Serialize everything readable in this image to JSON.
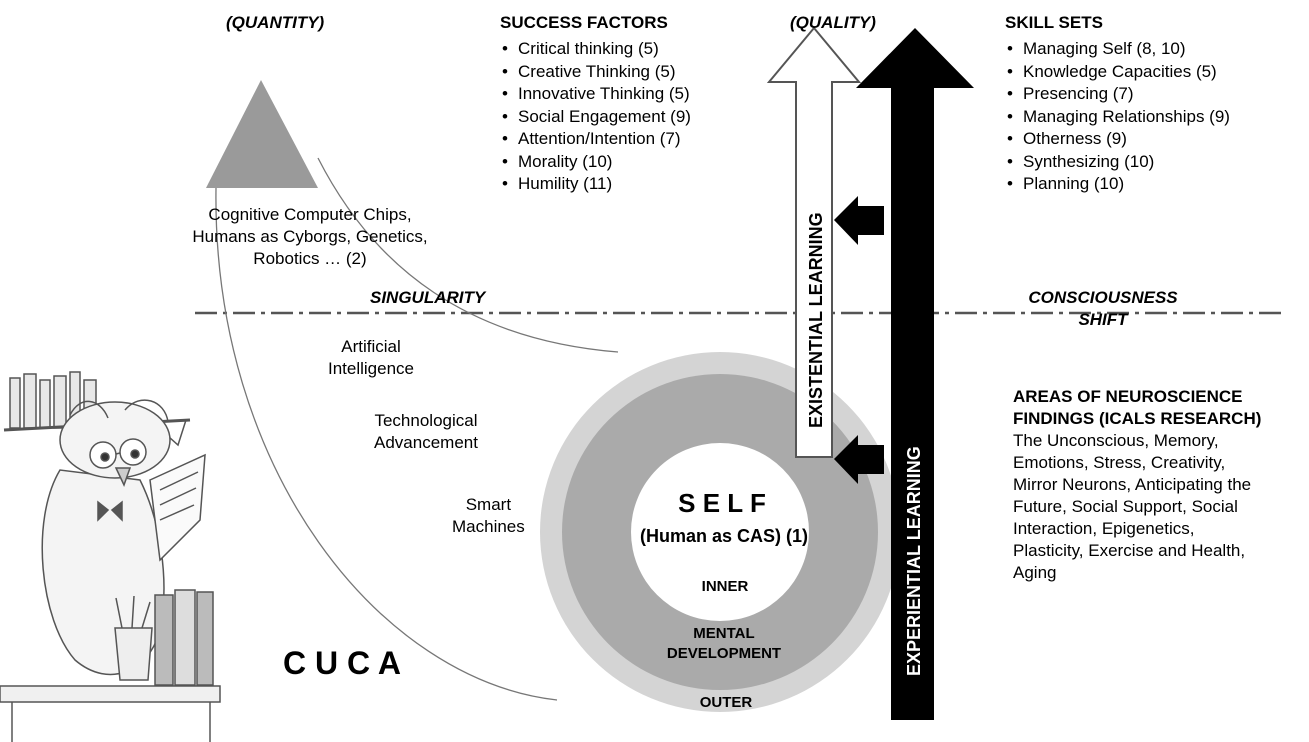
{
  "headings": {
    "quantity": "(QUANTITY)",
    "quality": "(QUALITY)",
    "success_factors": "SUCCESS FACTORS",
    "skill_sets": "SKILL SETS"
  },
  "success_factors": [
    "Critical thinking (5)",
    "Creative Thinking (5)",
    "Innovative Thinking (5)",
    "Social Engagement (9)",
    "Attention/Intention (7)",
    "Morality (10)",
    "Humility (11)"
  ],
  "skill_sets": [
    "Managing Self (8, 10)",
    "Knowledge Capacities (5)",
    "Presencing (7)",
    "Managing Relationships (9)",
    "Otherness (9)",
    "Synthesizing (10)",
    "Planning (10)"
  ],
  "technologies": {
    "line1": "Cognitive Computer Chips,",
    "line2": "Humans as Cyborgs, Genetics,",
    "line3": "Robotics … (2)"
  },
  "singularity": "SINGULARITY",
  "consciousness": {
    "line1": "CONSCIOUSNESS",
    "line2": "SHIFT"
  },
  "ai": {
    "line1": "Artificial",
    "line2": "Intelligence"
  },
  "tech_adv": {
    "line1": "Technological",
    "line2": "Advancement"
  },
  "smart": {
    "line1": "Smart",
    "line2": "Machines"
  },
  "cuca": "C U C A",
  "self": {
    "title": "S E L F",
    "subtitle": "(Human as CAS) (1)"
  },
  "rings": {
    "inner": "INNER",
    "mental1": "MENTAL",
    "mental2": "DEVELOPMENT",
    "outer": "OUTER"
  },
  "arrows": {
    "existential": "EXISTENTIAL LEARNING",
    "experiential": "EXPERIENTIAL LEARNING"
  },
  "neuro": {
    "title1": "AREAS OF NEUROSCIENCE",
    "title2": "FINDINGS (ICALS RESEARCH)",
    "lines": [
      "The Unconscious, Memory,",
      "Emotions, Stress, Creativity,",
      "Mirror Neurons, Anticipating the",
      "Future, Social Support, Social",
      "Interaction, Epigenetics,",
      "Plasticity, Exercise and Health,",
      "Aging"
    ]
  }
}
